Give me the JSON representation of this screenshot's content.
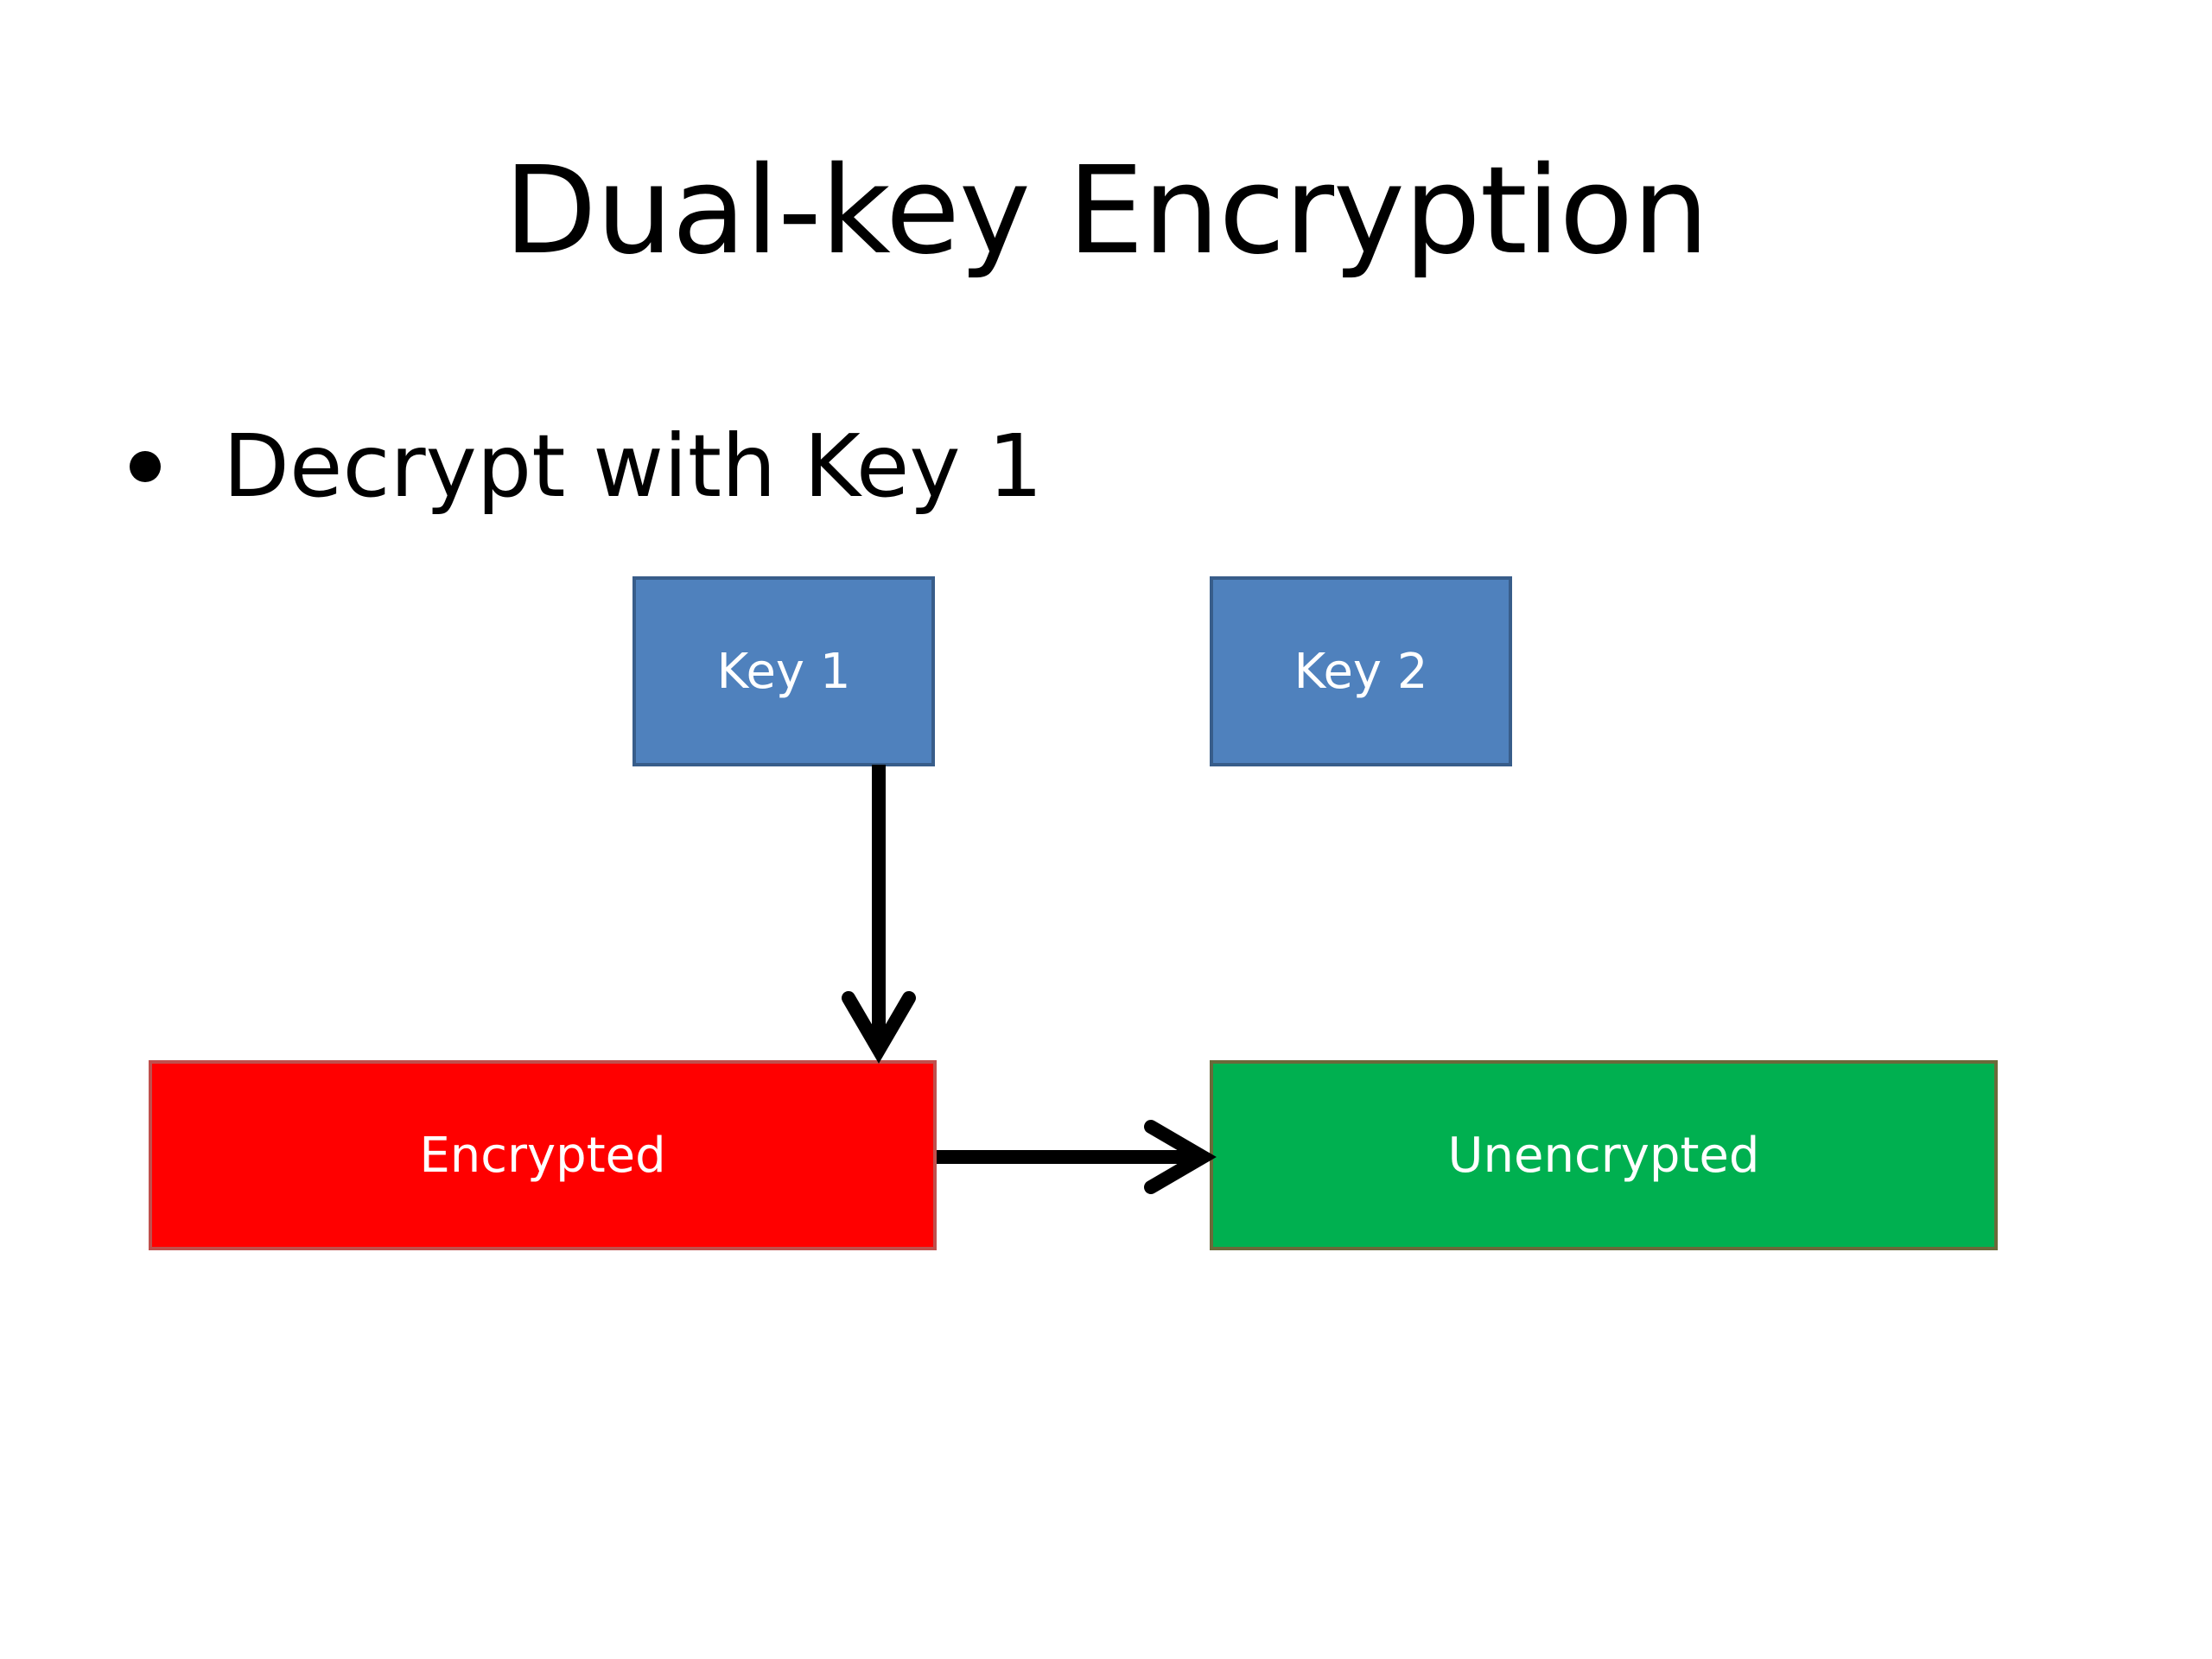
{
  "slide": {
    "title": "Dual-key Encryption",
    "bullets": [
      "Decrypt with Key 1"
    ]
  },
  "diagram": {
    "nodes": {
      "key1": "Key 1",
      "key2": "Key 2",
      "encrypted": "Encrypted",
      "unencrypted": "Unencrypted"
    },
    "edges": [
      {
        "from": "key1",
        "to": "encrypted"
      },
      {
        "from": "encrypted",
        "to": "unencrypted"
      }
    ],
    "colors": {
      "key": "#4f81bd",
      "key_border": "#385d8a",
      "encrypted": "#ff0000",
      "unencrypted": "#00b050",
      "arrow": "#000000"
    }
  }
}
